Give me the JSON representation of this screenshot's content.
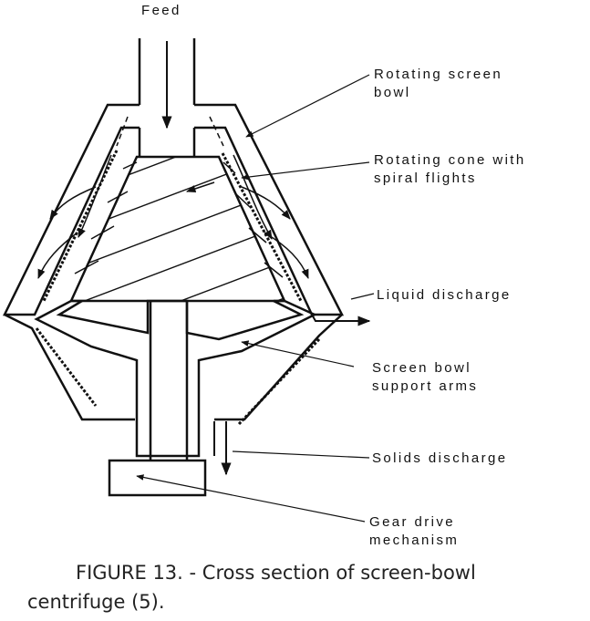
{
  "labels": {
    "feed": "Feed",
    "rotating_screen_bowl_1": "Rotating screen",
    "rotating_screen_bowl_2": "bowl",
    "rotating_cone_1": "Rotating cone with",
    "rotating_cone_2": "spiral flights",
    "liquid_discharge": "Liquid discharge",
    "support_arms_1": "Screen bowl",
    "support_arms_2": "support arms",
    "solids_discharge": "Solids discharge",
    "gear_drive_1": "Gear drive",
    "gear_drive_2": "mechanism"
  },
  "caption": {
    "line1": "FIGURE 13. - Cross section of screen-bowl",
    "line2": "centrifuge (5)."
  },
  "colors": {
    "ink": "#111111",
    "background": "#ffffff"
  }
}
